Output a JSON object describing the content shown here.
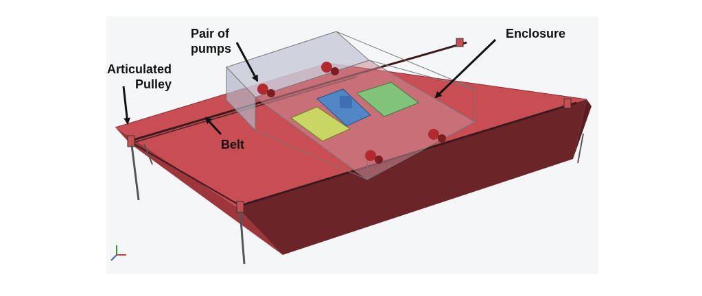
{
  "figure": {
    "background_color": "#f5f6f8",
    "hull_color": "#c0474c",
    "hull_dark_color": "#6b2428",
    "enclosure_color": "#b9bfd0",
    "labels": {
      "pumps_line1": "Pair of",
      "pumps_line2": "pumps",
      "enclosure": "Enclosure",
      "pulley_line1": "Articulated",
      "pulley_line2": "Pulley",
      "belt": "Belt"
    }
  }
}
